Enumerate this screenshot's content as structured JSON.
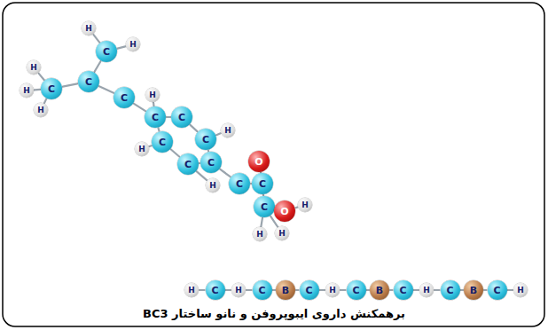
{
  "diagram": {
    "caption": "برهمکنش داروی ایبوپروفن و نانو ساختار BC3",
    "nodes": [
      {
        "text": [
          "H"
        ]
      },
      {
        "text": [
          "C"
        ]
      },
      {
        "text": [
          "H"
        ]
      },
      {
        "text": [
          "C"
        ]
      },
      {
        "text": [
          "C"
        ]
      },
      {
        "text": [
          "H"
        ]
      },
      {
        "text": [
          "H"
        ]
      },
      {
        "text": [
          "H"
        ]
      },
      {
        "text": [
          "C"
        ]
      },
      {
        "text": [
          "C"
        ]
      },
      {
        "text": [
          "H"
        ]
      },
      {
        "text": [
          "C"
        ]
      },
      {
        "text": [
          "C"
        ]
      },
      {
        "text": [
          "H"
        ]
      },
      {
        "text": [
          "C"
        ]
      },
      {
        "text": [
          "C"
        ]
      },
      {
        "text": [
          "H"
        ]
      },
      {
        "text": [
          "C"
        ]
      },
      {
        "text": [
          "H"
        ]
      },
      {
        "text": [
          "C"
        ]
      },
      {
        "text": [
          "C"
        ]
      },
      {
        "text": [
          "O"
        ]
      },
      {
        "text": [
          "C"
        ]
      },
      {
        "text": [
          "O"
        ]
      },
      {
        "text": [
          "H"
        ]
      },
      {
        "text": [
          "H"
        ]
      },
      {
        "text": [
          "H"
        ]
      },
      {
        "text": [
          "H"
        ]
      },
      {
        "text": [
          "C"
        ]
      },
      {
        "text": [
          "H"
        ]
      },
      {
        "text": [
          "C"
        ]
      },
      {
        "text": [
          "B"
        ]
      },
      {
        "text": [
          "C"
        ]
      },
      {
        "text": [
          "H"
        ]
      },
      {
        "text": [
          "C"
        ]
      },
      {
        "text": [
          "B"
        ]
      },
      {
        "text": [
          "C"
        ]
      },
      {
        "text": [
          "H"
        ]
      },
      {
        "text": [
          "C"
        ]
      },
      {
        "text": [
          "B"
        ]
      },
      {
        "text": [
          "C"
        ]
      },
      {
        "text": [
          "H"
        ]
      }
    ],
    "edges": [
      {
        "from": 0,
        "to": 1,
        "arrow": "none"
      },
      {
        "from": 1,
        "to": 2,
        "arrow": "none"
      },
      {
        "from": 1,
        "to": 3,
        "arrow": "none"
      },
      {
        "from": 3,
        "to": 4,
        "arrow": "none"
      },
      {
        "from": 4,
        "to": 5,
        "arrow": "none"
      },
      {
        "from": 4,
        "to": 6,
        "arrow": "none"
      },
      {
        "from": 4,
        "to": 7,
        "arrow": "none"
      },
      {
        "from": 3,
        "to": 8,
        "arrow": "none"
      },
      {
        "from": 8,
        "to": 9,
        "arrow": "none"
      },
      {
        "from": 9,
        "to": 10,
        "arrow": "none"
      },
      {
        "from": 9,
        "to": 11,
        "arrow": "none"
      },
      {
        "from": 11,
        "to": 12,
        "arrow": "none"
      },
      {
        "from": 12,
        "to": 13,
        "arrow": "none"
      },
      {
        "from": 12,
        "to": 14,
        "arrow": "none"
      },
      {
        "from": 14,
        "to": 15,
        "arrow": "none"
      },
      {
        "from": 15,
        "to": 17,
        "arrow": "none"
      },
      {
        "from": 17,
        "to": 9,
        "arrow": "none"
      },
      {
        "from": 17,
        "to": 18,
        "arrow": "none"
      },
      {
        "from": 15,
        "to": 16,
        "arrow": "none"
      },
      {
        "from": 14,
        "to": 19,
        "arrow": "none"
      },
      {
        "from": 19,
        "to": 20,
        "arrow": "none"
      },
      {
        "from": 20,
        "to": 21,
        "arrow": "none"
      },
      {
        "from": 20,
        "to": 22,
        "arrow": "none"
      },
      {
        "from": 22,
        "to": 23,
        "arrow": "none"
      },
      {
        "from": 23,
        "to": 24,
        "arrow": "none"
      },
      {
        "from": 22,
        "to": 25,
        "arrow": "none"
      },
      {
        "from": 22,
        "to": 26,
        "arrow": "none"
      },
      {
        "from": 27,
        "to": 28,
        "arrow": "none"
      },
      {
        "from": 28,
        "to": 29,
        "arrow": "none"
      },
      {
        "from": 29,
        "to": 30,
        "arrow": "none"
      },
      {
        "from": 30,
        "to": 31,
        "arrow": "none"
      },
      {
        "from": 31,
        "to": 32,
        "arrow": "none"
      },
      {
        "from": 32,
        "to": 33,
        "arrow": "none"
      },
      {
        "from": 33,
        "to": 34,
        "arrow": "none"
      },
      {
        "from": 34,
        "to": 35,
        "arrow": "none"
      },
      {
        "from": 35,
        "to": 36,
        "arrow": "none"
      },
      {
        "from": 36,
        "to": 37,
        "arrow": "none"
      },
      {
        "from": 37,
        "to": 38,
        "arrow": "none"
      },
      {
        "from": 38,
        "to": 39,
        "arrow": "none"
      },
      {
        "from": 39,
        "to": 40,
        "arrow": "none"
      },
      {
        "from": 40,
        "to": 41,
        "arrow": "none"
      }
    ]
  }
}
